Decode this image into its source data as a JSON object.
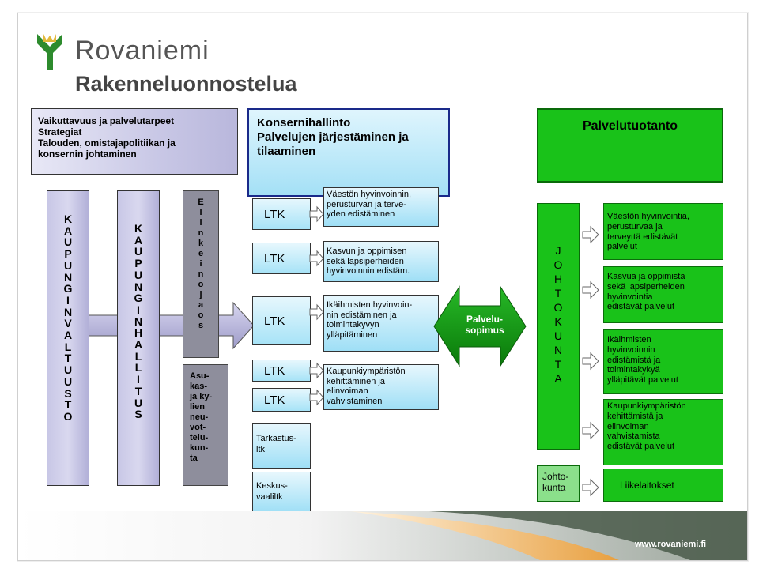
{
  "header": {
    "brand": "Rovaniemi",
    "title": "Rakenneluonnostelua"
  },
  "left": {
    "top_box": [
      "Vaikuttavuus ja palvelutarpeet",
      "Strategiat",
      "Talouden, omistajapolitiikan ja",
      "konsernin johtaminen"
    ],
    "col_valtuusto": [
      "K",
      "A",
      "U",
      "P",
      "U",
      "N",
      "G",
      "I",
      "N",
      "V",
      "A",
      "L",
      "T",
      "U",
      "U",
      "S",
      "T",
      "O"
    ],
    "col_hallitus": [
      "K",
      "A",
      "U",
      "P",
      "U",
      "N",
      "G",
      "I",
      "N",
      "H",
      "A",
      "L",
      "L",
      "I",
      "T",
      "U",
      "S"
    ],
    "col_elinkeino": [
      "E",
      "l",
      "i",
      "n",
      "k",
      "e",
      "i",
      "n",
      "o",
      "j",
      "a",
      "o",
      "s"
    ],
    "asukas": [
      "Asu-",
      "kas-",
      "ja ky-",
      "lien",
      "neu-",
      "vot-",
      "telu-",
      "kun-",
      "ta"
    ]
  },
  "middle": {
    "header": [
      "Konsernihallinto",
      "Palvelujen järjestäminen ja",
      "tilaaminen"
    ],
    "ltk_label": "LTK",
    "rows": [
      [
        "Väestön hyvinvoinnin,",
        "perusturvan ja terve-",
        "yden edistäminen"
      ],
      [
        "Kasvun ja oppimisen",
        "sekä lapsiperheiden",
        "hyvinvoinnin edistäm."
      ],
      [
        "Ikäihmisten hyvinvoin-",
        "nin edistäminen ja",
        "toimintakyvyn",
        "ylläpitäminen"
      ],
      [
        "Kaupunkiympäristön",
        "kehittäminen ja",
        "elinvoiman",
        "vahvistaminen"
      ]
    ],
    "tarkastus": [
      "Tarkastus-",
      "ltk"
    ],
    "keskus": [
      "Keskus-",
      "vaaliltk"
    ]
  },
  "center": {
    "sopimus": [
      "Palvelu-",
      "sopimus"
    ]
  },
  "right": {
    "header": "Palvelutuotanto",
    "johtokunta_vertical": [
      "J",
      "O",
      "H",
      "T",
      "O",
      "K",
      "U",
      "N",
      "T",
      "A"
    ],
    "services": [
      [
        "Väestön hyvinvointia,",
        "perusturvaa ja",
        "terveyttä edistävät",
        "palvelut"
      ],
      [
        "Kasvua ja oppimista",
        "sekä lapsiperheiden",
        "hyvinvointia",
        "edistävät palvelut"
      ],
      [
        "Ikäihmisten",
        "hyvinvoinnin",
        "edistämistä ja",
        "toimintakykyä",
        "ylläpitävät palvelut"
      ],
      [
        "Kaupunkiympäristön",
        "kehittämistä ja",
        "elinvoiman",
        "vahvistamista",
        "edistävät palvelut"
      ]
    ],
    "johtokunta_small": [
      "Johto-",
      "kunta"
    ],
    "liikelaitokset": "Liikelaitokset"
  },
  "footer": {
    "url": "www.rovaniemi.fi"
  },
  "colors": {
    "lavender": "#c9c8e6",
    "light_blue": "#a7e3f7",
    "green": "#19c219",
    "dark_green": "#0a8a0a",
    "footer_orange": "#e8a040"
  }
}
